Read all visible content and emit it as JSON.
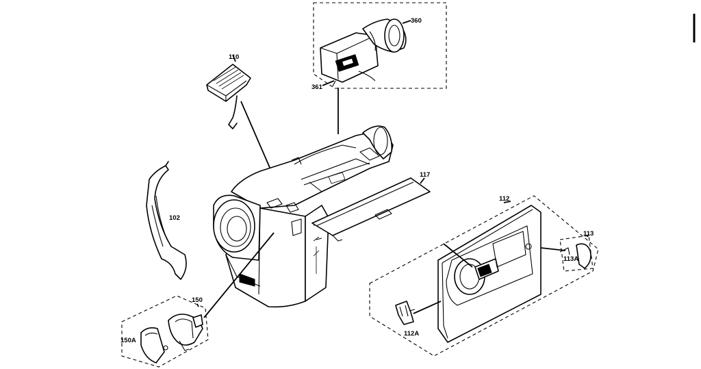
{
  "diagram": {
    "callouts": {
      "c360": "360",
      "c361": "361",
      "c110": "110",
      "c117": "117",
      "c102": "102",
      "c112": "112",
      "c113": "113",
      "c113a": "113A",
      "c150": "150",
      "c150a": "150A",
      "c112a": "112A"
    }
  }
}
